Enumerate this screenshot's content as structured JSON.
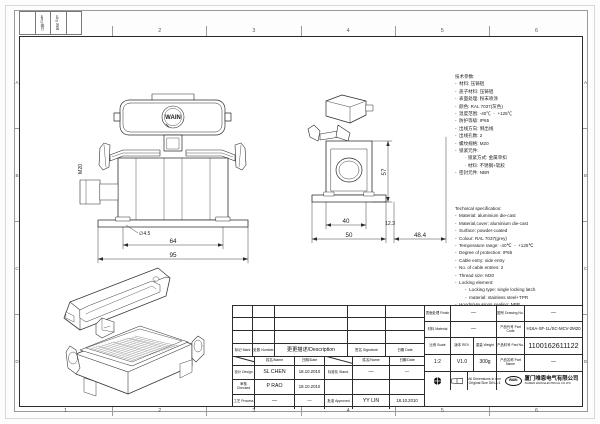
{
  "sheet": {
    "zones_top": [
      "1",
      "2",
      "3",
      "4",
      "5",
      "6"
    ],
    "zones_bottom": [
      "1",
      "2",
      "3",
      "4",
      "5",
      "6"
    ],
    "zones_left": [
      "A",
      "B",
      "C",
      "D"
    ],
    "zones_right": [
      "A",
      "B",
      "C",
      "D"
    ]
  },
  "header_table": {
    "cells": [
      {
        "name": "col-1",
        "text": ""
      },
      {
        "name": "col-2",
        "text": "日期\nDate"
      },
      {
        "name": "col-3",
        "text": "签名\nSign"
      },
      {
        "name": "col-4",
        "text": ""
      }
    ]
  },
  "spec_cn": "技术参数:\n-  材料: 压铸铝\n-  盖子材料: 压铸铝\n-  表面处理: 粉末喷涂\n-  颜色: RAL 7037(灰色)\n-  温度范围: -40℃  -  +125℃\n-  防护等级: IP65\n-  出线方向: 侧出线\n-  出线孔数: 2\n-  螺纹规格: M20\n-  锁紧元件:\n        · 锁紧方式: 金属单扣\n        · 材料: 不锈钢+软胶\n-  密封元件: NBR",
  "spec_en": "Technical specification:\n-  Material: aluminium die-cast\n-  Material,cover: aluminium die-cast\n-  Surface: powder-coated\n-  Colour: RAL 7037(grey)\n-  Temperature range: -40℃  -  +125℃\n-  Degree of protection: IP65\n-  Cable entry: side entry\n-  No. of cable entries: 2\n-  Thread size: M20\n-  Locking element:\n        -  Locking type: single locking latch\n        -  material: stainless steel+TPR\n-  Hoods/Housings sealing: NBR",
  "dimensions": {
    "front_width_overall": "95",
    "front_width_holes": "64",
    "hole_dia": "∅4.5",
    "thread": "M20",
    "side_width_inner": "40",
    "side_width_outer": "50",
    "side_depth": "48.4",
    "side_flange": "12.3",
    "side_height": "57"
  },
  "title_block": {
    "revision_header": {
      "mark": "标记\nMark",
      "number": "处数\nNumber",
      "description": "更更描述/Description",
      "signature": "签名\nSignature",
      "date": "日期\nDate"
    },
    "revision_rows": [
      {
        "mark": "",
        "number": "",
        "description": "",
        "signature": "",
        "date": ""
      },
      {
        "mark": "",
        "number": "",
        "description": "",
        "signature": "",
        "date": ""
      },
      {
        "mark": "",
        "number": "",
        "description": "",
        "signature": "",
        "date": ""
      }
    ],
    "signoff_header": {
      "name": "姓名/Name",
      "date": "日期/Date",
      "name2": "姓名/Name",
      "date2": "日期/Date"
    },
    "signoff": [
      {
        "role": "设计\nDesign",
        "name": "SL CHEN",
        "date": "18.10.2010",
        "role2": "标准化\nStand.",
        "name2": "—",
        "date2": "—"
      },
      {
        "role": "审核\nChecked",
        "name": "P RAO",
        "date": "18.10.2010",
        "role2": "",
        "name2": "",
        "date2": ""
      },
      {
        "role": "工艺\nProcess",
        "name": "—",
        "date": "—",
        "role2": "批准\nApproved",
        "name2": "YY LIN",
        "date2": "18.10.2010"
      }
    ],
    "identity": {
      "finish_label": "表面处理\nFinish",
      "finish_value": "—",
      "material_label": "材料\nMaterial",
      "material_value": "—",
      "drawing_no_label": "图号\nDrawing No.",
      "drawing_no_value": "—",
      "part_code_label": "产品代号\nPart Code",
      "part_code_value": "H16A-SF-1L/SC-MCV-2M20",
      "part_no_label": "产品料号\nPart No.",
      "part_no_value": "1100162611122",
      "part_name_label": "产品名称\nPart Name",
      "part_name_value": "—",
      "scale_label": "比例\nScale",
      "scale_value": "1:2",
      "rev_label": "版本\nREV.",
      "rev_value": "V1.0",
      "weight_label": "重量\nWeight",
      "weight_value": "300g",
      "qty_label": "数量\nQty.",
      "qty_value": "—",
      "note": "All Dimensions in mm\nOriginal Size DIN A 4"
    },
    "company": {
      "logo_text": "WAIN",
      "name_cn": "厦门唯恩电气有限公司",
      "name_en": "XIAMEN WAIN ELECTRICAL CO.LTD"
    }
  },
  "product_logo": "WAIN",
  "colors": {
    "line": "#2b2b2b",
    "thin_line": "#7a7a7a",
    "paper": "#ffffff",
    "text": "#111111"
  }
}
